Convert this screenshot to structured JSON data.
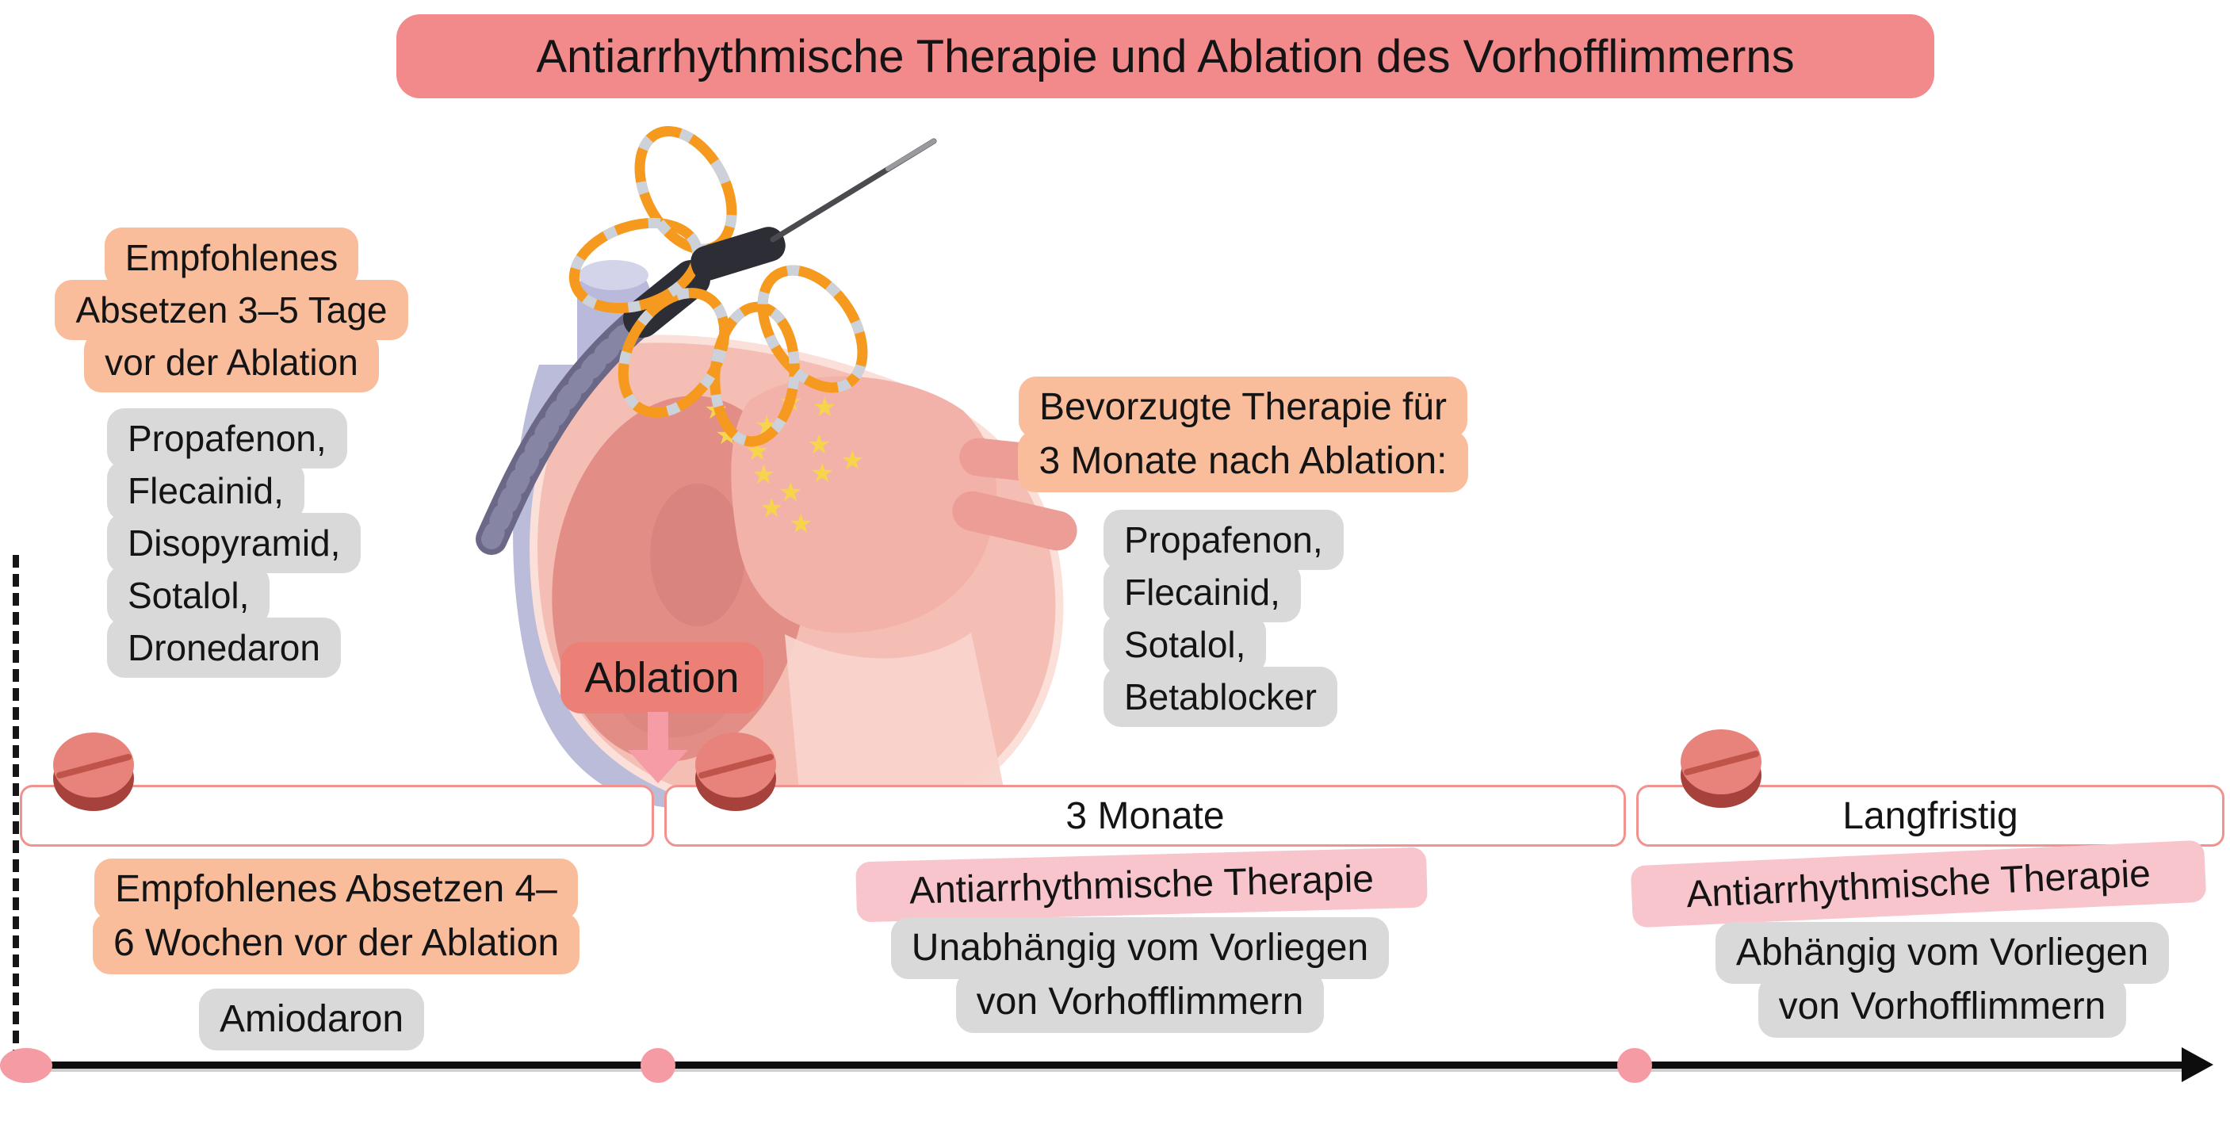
{
  "title": "Antiarrhythmische Therapie und Ablation des Vorhofflimmerns",
  "colors": {
    "title_bg": "#F2898B",
    "peach_bg": "#F9BD9C",
    "gray_bg": "#D9D9D9",
    "pink_tag_bg": "#F9C5CC",
    "ablation_bg": "#EC8076",
    "down_arrow": "#F59CA6",
    "timeline_border": "#F2928F",
    "pill_top": "#E8837B",
    "pill_bottom": "#A6423B",
    "timeline_dot": "#F59BA3",
    "star_yellow": "#F6D54D",
    "catheter_orange": "#F59A1F"
  },
  "pre_ablation": {
    "recommendation_lines": [
      "Empfohlenes",
      "Absetzen 3–5 Tage",
      "vor der Ablation"
    ],
    "drugs": [
      "Propafenon,",
      "Flecainid,",
      "Disopyramid,",
      "Sotalol,",
      "Dronedaron"
    ]
  },
  "post_ablation": {
    "recommendation_lines": [
      "Bevorzugte Therapie für",
      "3 Monate nach Ablation:"
    ],
    "drugs": [
      "Propafenon,",
      "Flecainid,",
      "Sotalol,",
      "Betablocker"
    ]
  },
  "ablation_label": "Ablation",
  "timeline": {
    "segments": [
      {
        "label": ""
      },
      {
        "label": "3 Monate"
      },
      {
        "label": "Langfristig"
      }
    ]
  },
  "amiodaron_section": {
    "recommendation_lines": [
      "Empfohlenes Absetzen 4–",
      "6 Wochen vor der Ablation"
    ],
    "drug": "Amiodaron"
  },
  "three_months_section": {
    "therapy_label": "Antiarrhythmische Therapie",
    "note_lines": [
      "Unabhängig vom Vorliegen",
      "von Vorhofflimmern"
    ]
  },
  "longterm_section": {
    "therapy_label": "Antiarrhythmische Therapie",
    "note_lines": [
      "Abhängig vom Vorliegen",
      "von Vorhofflimmern"
    ]
  }
}
